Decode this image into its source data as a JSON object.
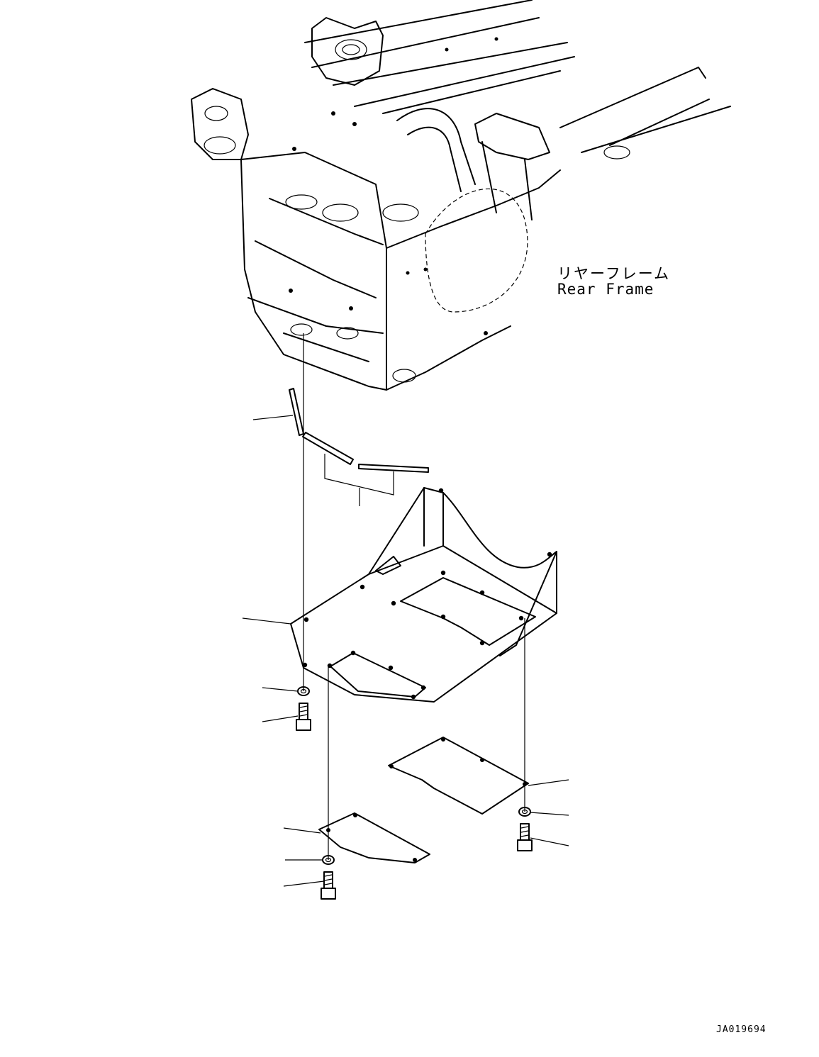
{
  "labels": {
    "rear_frame_jp": "リヤーフレーム",
    "rear_frame_en": "Rear Frame"
  },
  "drawing_id": "JA019694"
}
